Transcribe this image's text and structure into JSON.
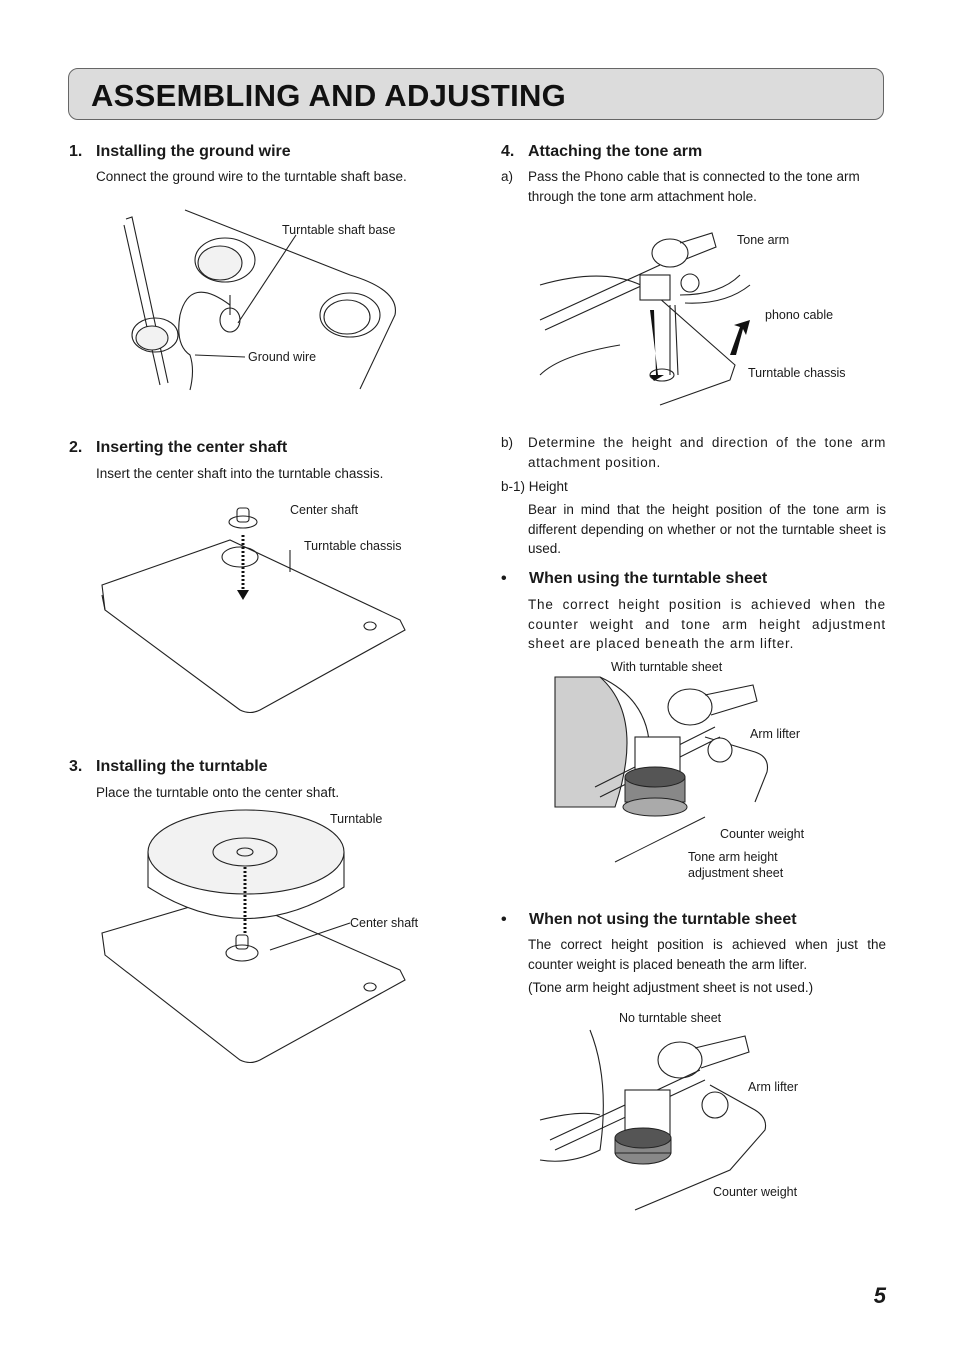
{
  "header": {
    "title": "ASSEMBLING AND ADJUSTING"
  },
  "s1": {
    "num": "1.",
    "title": "Installing the ground wire",
    "text": "Connect the ground wire to the turntable shaft base.",
    "label_base": "Turntable shaft base",
    "label_wire": "Ground wire"
  },
  "s2": {
    "num": "2.",
    "title": "Inserting the center shaft",
    "text": "Insert the center shaft into the turntable chassis.",
    "label_shaft": "Center shaft",
    "label_chassis": "Turntable chassis"
  },
  "s3": {
    "num": "3.",
    "title": "Installing the turntable",
    "text": "Place the turntable onto the center shaft.",
    "label_turntable": "Turntable",
    "label_shaft": "Center shaft"
  },
  "s4": {
    "num": "4.",
    "title": "Attaching the tone arm",
    "a_mark": "a)",
    "a_text": "Pass the Phono cable that is connected to the tone arm through the tone arm attachment hole.",
    "label_arm": "Tone arm",
    "label_cable": "phono cable",
    "label_chassis": "Turntable chassis",
    "b_mark": "b)",
    "b_text": "Determine the height and direction of the tone arm attachment position.",
    "b1_mark": "b-1)",
    "b1_title": "Height",
    "b1_text": "Bear in mind that the height position of the tone arm is different depending on whether or not the turntable sheet is used."
  },
  "with_sheet": {
    "bullet": "•",
    "title": "When using the turntable sheet",
    "text": "The correct height position is achieved when the counter weight and tone arm height adjustment sheet are placed beneath the arm lifter.",
    "label_with": "With turntable sheet",
    "label_lifter": "Arm lifter",
    "label_weight": "Counter weight",
    "label_adjust_1": "Tone arm height",
    "label_adjust_2": "adjustment sheet"
  },
  "without_sheet": {
    "bullet": "•",
    "title": "When not using the turntable sheet",
    "text": "The correct height position is achieved when just the counter weight is placed beneath the arm lifter.",
    "note": "(Tone arm height adjustment sheet is not used.)",
    "label_none": "No turntable sheet",
    "label_lifter": "Arm lifter",
    "label_weight": "Counter weight"
  },
  "footer": {
    "page": "5"
  }
}
